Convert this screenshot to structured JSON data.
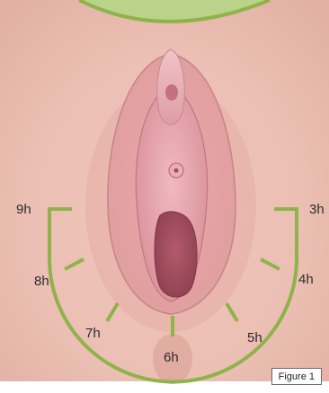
{
  "diagram": {
    "clock_labels": {
      "h9": "9h",
      "h3": "3h",
      "h8": "8h",
      "h4": "4h",
      "h7": "7h",
      "h5": "5h",
      "h6": "6h"
    },
    "caption": "Figure 1"
  },
  "colors": {
    "skin_base": "#ecc0b4",
    "tissue": "#d98f98",
    "tissue_dark": "#9c4b5c",
    "arc": "#8fb34a",
    "label_text": "#2d2d2d"
  }
}
